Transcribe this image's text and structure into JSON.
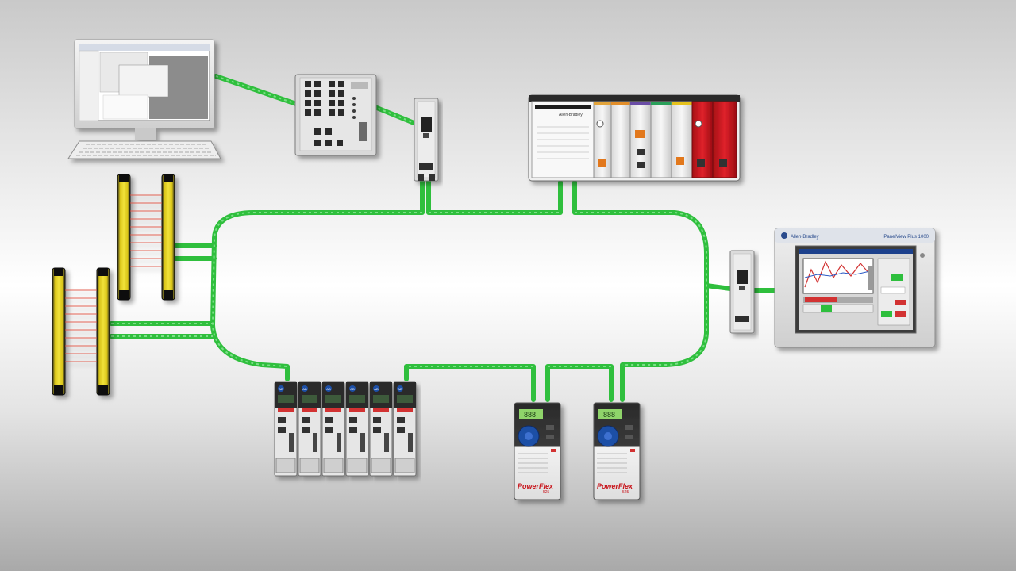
{
  "colors": {
    "network_green": "#2ebd3c",
    "network_green_light": "#7ee08a",
    "pac_red": "#c8141c",
    "light_curtain_yellow": "#e8d21e",
    "beam_red": "#e24a3a",
    "drive_blue": "#1f4fa6"
  },
  "brand": {
    "allen_bradley": "Allen-Bradley",
    "panelview_title": "PanelView Plus 1000"
  },
  "drives": {
    "powerflex_label": "PowerFlex",
    "powerflex_model": "525",
    "display_value": "888"
  },
  "servo_drives": {
    "badge": "AB"
  },
  "icons": [
    "computer-monitor-icon",
    "keyboard-icon",
    "ethernet-switch-icon",
    "network-tap-icon",
    "controllogix-chassis-icon",
    "hmi-terminal-icon",
    "safety-light-curtain-icon",
    "servo-drive-icon",
    "ac-drive-icon"
  ]
}
